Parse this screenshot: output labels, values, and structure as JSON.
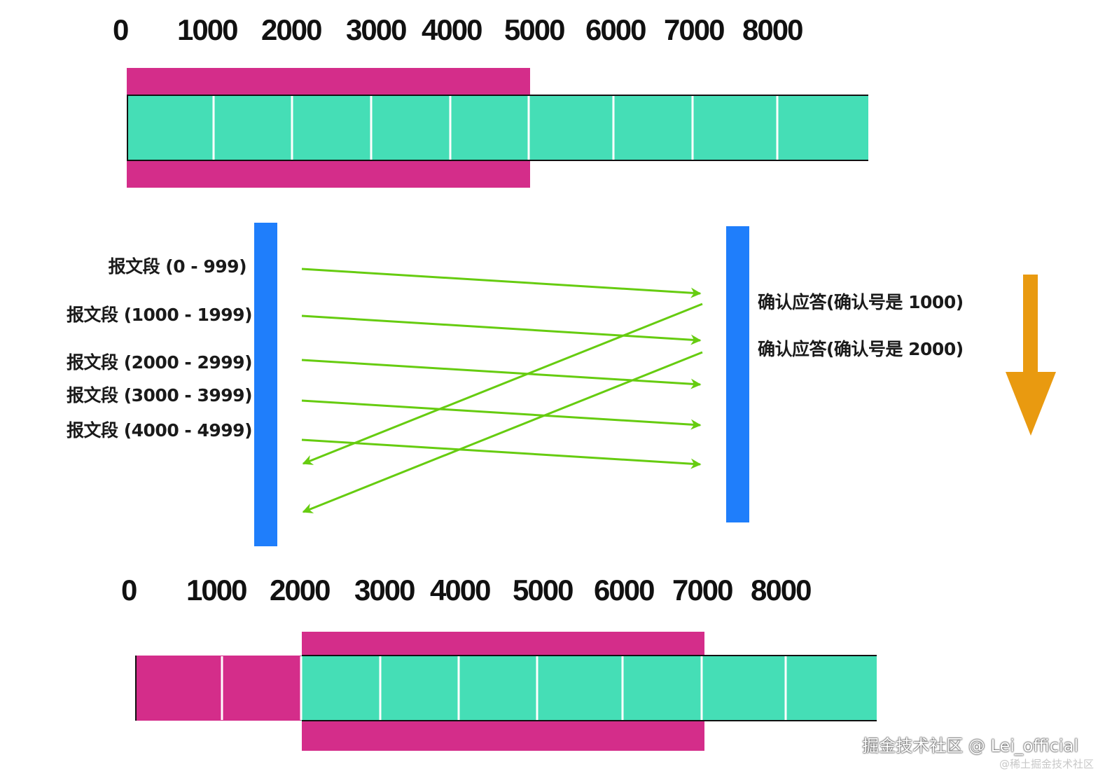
{
  "top_scale": [
    "0",
    "1000",
    "2000",
    "3000",
    "4000",
    "5000",
    "6000",
    "7000",
    "8000"
  ],
  "bottom_scale": [
    "0",
    "1000",
    "2000",
    "3000",
    "4000",
    "5000",
    "6000",
    "7000",
    "8000"
  ],
  "segments": [
    "报文段 (0 - 999)",
    "报文段 (1000 - 1999)",
    "报文段 (2000 - 2999)",
    "报文段 (3000 - 3999)",
    "报文段 (4000 - 4999)"
  ],
  "acks": [
    "确认应答(确认号是 1000)",
    "确认应答(确认号是 2000)"
  ],
  "watermark": {
    "main": "掘金技术社区 @ Lei_official",
    "sub": "@稀土掘金技术社区"
  },
  "colors": {
    "cell_fill": "#45deb6",
    "window": "#d42d8a",
    "timeline": "#1f7efb",
    "arrow": "#66cc10",
    "time_arrow": "#e99a10"
  },
  "icons": {
    "time_direction": "arrow-down-icon"
  }
}
